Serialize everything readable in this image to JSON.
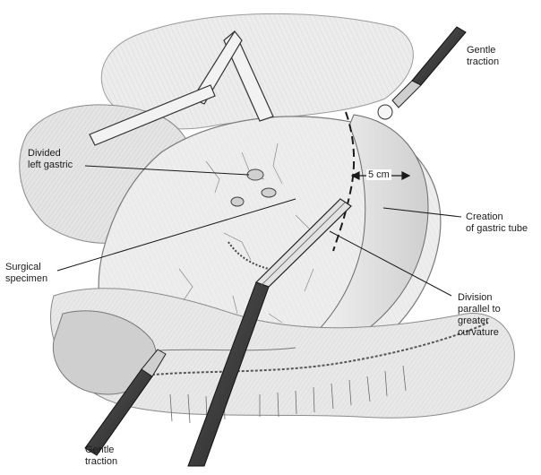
{
  "figure": {
    "colors": {
      "ink": "#1a1a1a",
      "tissue": "#e6e6e6",
      "tissue_dark": "#bcbcbc",
      "shadow": "#8a8a8a",
      "instrument": "#3c3c3c",
      "background": "#ffffff"
    },
    "labels": {
      "gentle_traction_top": "Gentle\ntraction",
      "divided_left_gastric": "Divided\nleft gastric",
      "creation_gastric_tube": "Creation\nof gastric tube",
      "surgical_specimen": "Surgical\nspecimen",
      "division_parallel": "Division\nparallel to\ngreater\ncurvature",
      "gentle_traction_bottom": "Gentle\ntraction"
    },
    "measurement": "5 cm"
  }
}
